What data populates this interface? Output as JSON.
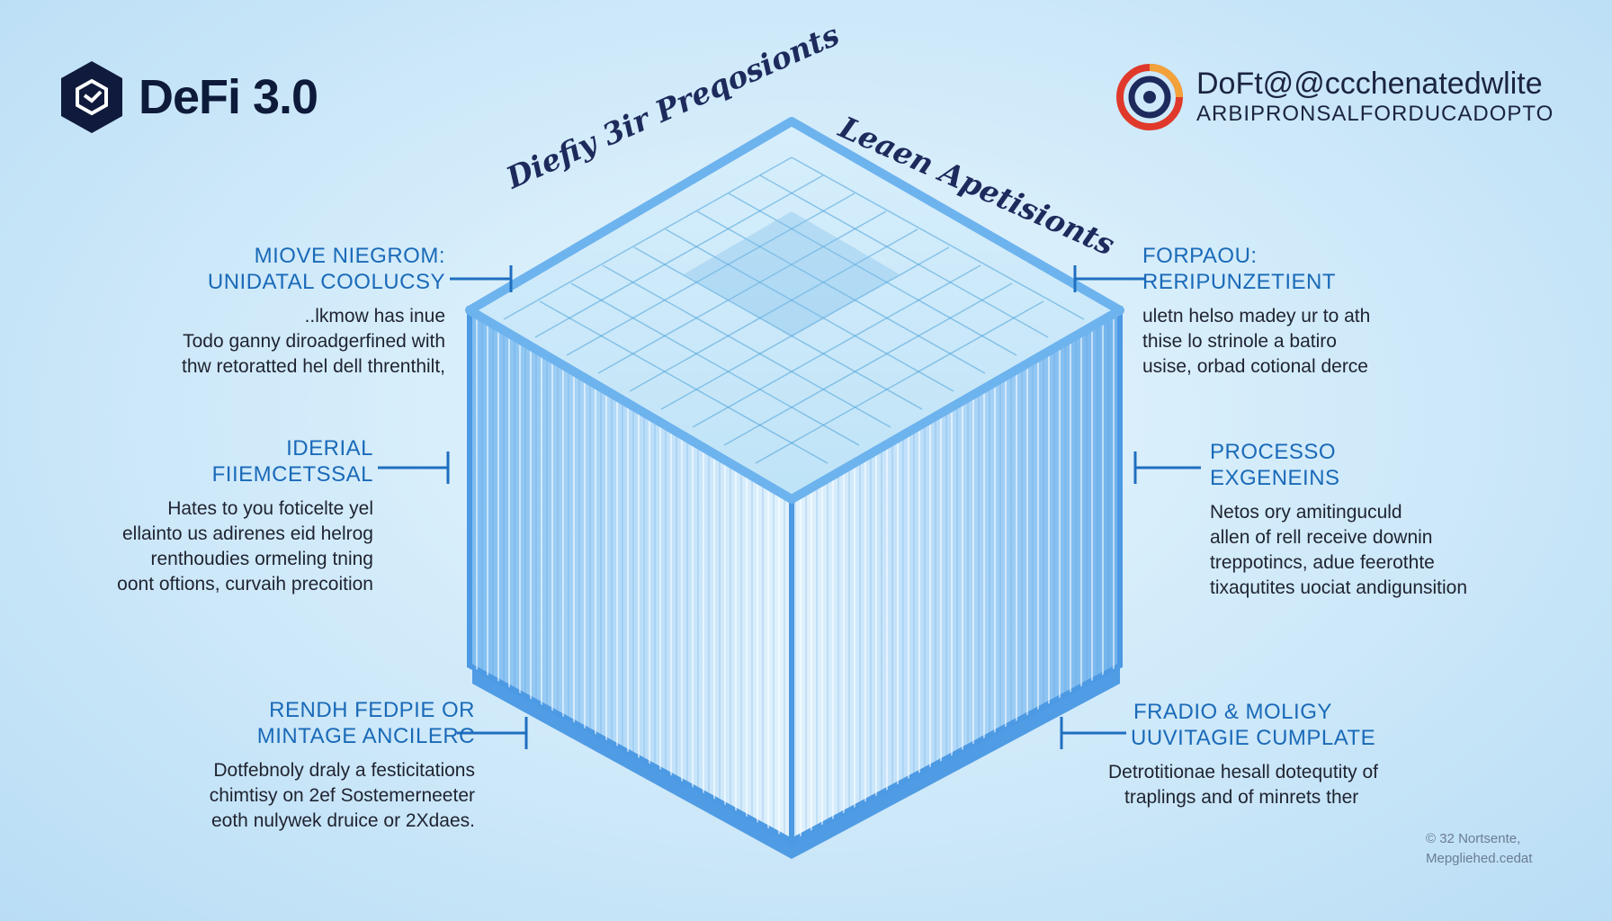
{
  "brand": {
    "name": "DeFi 3.0",
    "right_title": "DoFt@@ccchenatedwlite",
    "right_subtitle": "ARBIPRONSALFORDUCADOPTO"
  },
  "top_labels": {
    "left": "Diefiy 3ir Preqosionts",
    "right": "Leaen Apetisionts"
  },
  "blocks": {
    "left_top": {
      "heading1": "MIOVE NIEGROM:",
      "heading2": "UNIDATAL COOLUCSY",
      "lines": [
        "..lkmow has inue",
        "Todo ganny diroadgerfined with",
        "thw retoratted hel dell threnthilt,"
      ]
    },
    "left_mid": {
      "heading1": "IDERIAL",
      "heading2": "FIIEMCETSSAL",
      "lines": [
        "Hates to you foticelte yel",
        "ellainto us adirenes eid helrog",
        "renthoudies ormeling tning",
        "oont oftions, curvaih precoition"
      ]
    },
    "left_bot": {
      "heading1": "RENDH FEDPIE OR",
      "heading2": "MINTAGE ANCILERC",
      "lines": [
        "Dotfebnoly draly a festicitations",
        "chimtisy on 2ef Sostemerneeter",
        "eoth nulywek druice or 2Xdaes."
      ]
    },
    "right_top": {
      "heading1": "FORPAOU:",
      "heading2": "RERIPUNZETIENT",
      "lines": [
        "uletn helso madey ur to ath",
        "thise lo strinole a batiro",
        "usise, orbad cotional derce"
      ]
    },
    "right_mid": {
      "heading1": "PROCESSO",
      "heading2": "EXGENEINS",
      "lines": [
        "Netos ory amitinguculd",
        "allen of rell receive downin",
        "treppotincs, adue feerothte",
        "tixaqutites uociat andigunsition"
      ]
    },
    "right_bot": {
      "heading1": "FRADIO & MOLIGY",
      "heading2": "UUVITAGIE CUMPLATE",
      "lines": [
        "Detrotitionae hesall dotequtity of",
        "traplings and of minrets ther"
      ]
    }
  },
  "footnote": {
    "line1": "© 32 Nortsente,",
    "line2": "Mepgliehed.cedat"
  },
  "colors": {
    "accent": "#1a6ab8",
    "navy": "#0d1a3a",
    "cube_light": "#bfe3fa",
    "cube_dark": "#3d8fe0",
    "ring_red": "#e0392b"
  }
}
